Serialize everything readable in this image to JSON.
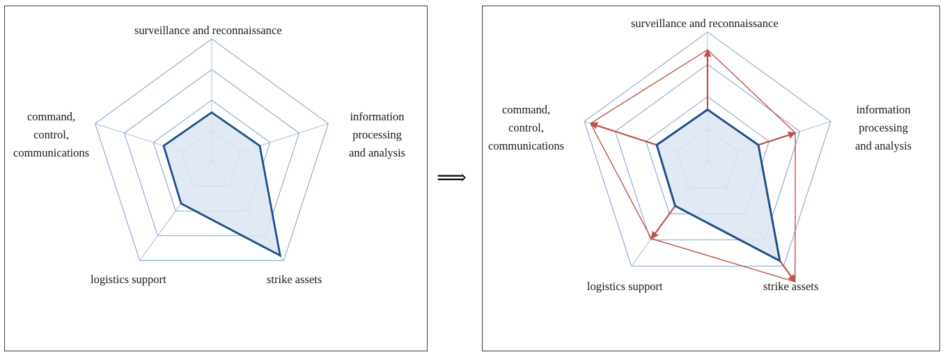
{
  "transition_symbol": "⟹",
  "axes": [
    "surveillance and reconnaissance",
    "information processing and analysis",
    "strike assets",
    "logistics support",
    "command, control, communications"
  ],
  "labels": {
    "surveillance": "surveillance and reconnaissance",
    "info_1": "information",
    "info_2": "processing",
    "info_3": "and analysis",
    "strike": "strike assets",
    "logistics": "logistics support",
    "c3_1": "command,",
    "c3_2": "control,",
    "c3_3": "communications"
  },
  "chart_data": [
    {
      "type": "radar",
      "categories": [
        "surveillance and reconnaissance",
        "information processing and analysis",
        "strike assets",
        "logistics support",
        "command, control, communications"
      ],
      "rings": 4,
      "series": [
        {
          "values": [
            1.6,
            1.65,
            3.8,
            1.7,
            1.65
          ],
          "color": "#1f4e8c",
          "fill": "#dce6f2"
        }
      ]
    },
    {
      "type": "radar",
      "categories": [
        "surveillance and reconnaissance",
        "information processing and analysis",
        "strike assets",
        "logistics support",
        "command, control, communications"
      ],
      "rings": 4,
      "series": [
        {
          "values": [
            1.6,
            1.65,
            3.8,
            1.7,
            1.65
          ],
          "color": "#1f4e8c",
          "fill": "#dce6f2"
        },
        {
          "values": [
            3.45,
            2.85,
            4.6,
            2.95,
            3.8
          ],
          "color": "#c0504d",
          "fill": "none",
          "arrows_from_series": 0
        }
      ]
    }
  ]
}
